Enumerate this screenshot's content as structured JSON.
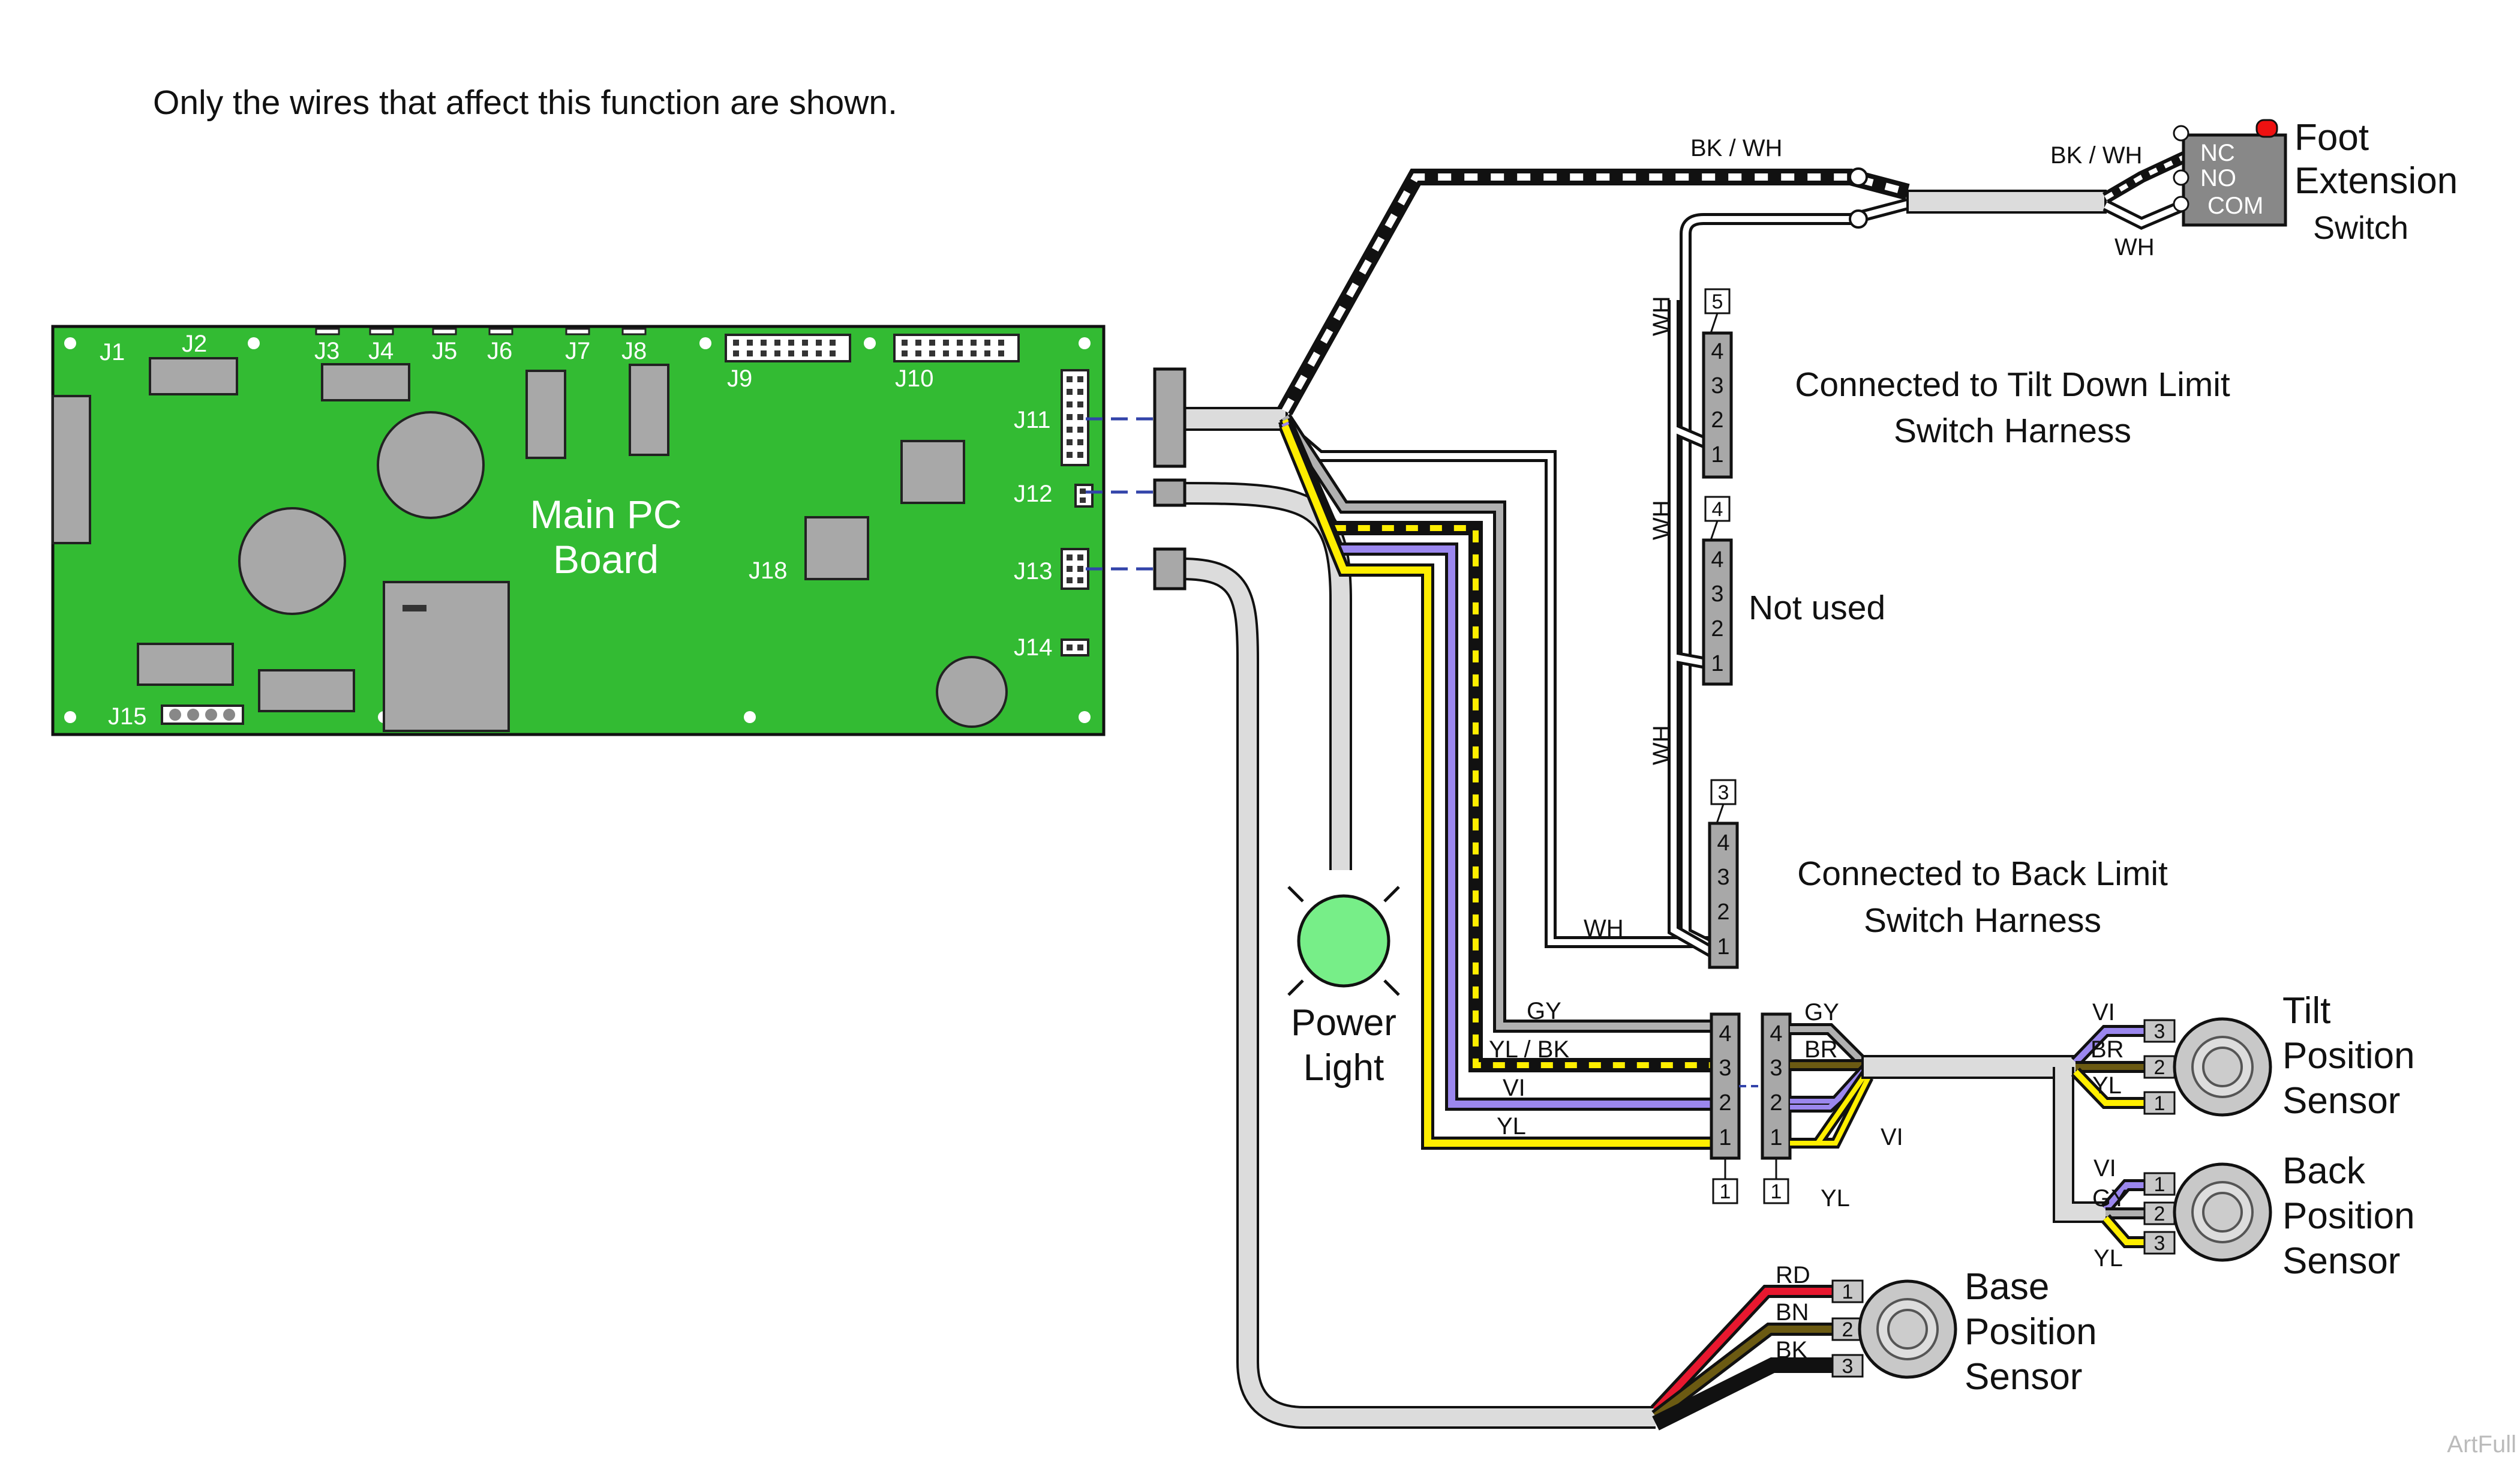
{
  "note": "Only the wires that affect this function are shown.",
  "colors": {
    "board": "#33bb33",
    "board_component": "#a8a8a8",
    "wire_white": "#ffffff",
    "wire_black": "#111111",
    "wire_gray": "#b0b0b0",
    "wire_violet": "#9b87ee",
    "wire_yellow": "#ffee00",
    "wire_brown": "#6b5a12",
    "wire_red": "#e8182f",
    "harness": "#dcdcdc",
    "power_light": "#77ee88",
    "switch_body": "#888888",
    "switch_led": "#ee1111"
  },
  "board": {
    "title_line1": "Main PC",
    "title_line2": "Board",
    "connectors": [
      "J1",
      "J2",
      "J3",
      "J4",
      "J5",
      "J6",
      "J7",
      "J8",
      "J9",
      "J10",
      "J11",
      "J12",
      "J13",
      "J14",
      "J15",
      "J18"
    ]
  },
  "power_light": {
    "line1": "Power",
    "line2": "Light"
  },
  "foot_switch": {
    "title_line1": "Foot",
    "title_line2": "Extension",
    "title_line3": "Switch",
    "terminals": [
      "NC",
      "NO",
      "COM"
    ]
  },
  "wire_labels": {
    "bk_wh_top": "BK / WH",
    "bk_wh_switch": "BK / WH",
    "wh_switch": "WH",
    "wh_vertical": [
      "WH",
      "WH",
      "WH"
    ],
    "wh_bottom": "WH",
    "gy": "GY",
    "yl_bk": "YL / BK",
    "vi": "VI",
    "yl": "YL",
    "gy_right": "GY",
    "br_right": "BR",
    "vi_right": "VI",
    "yl_right": "YL"
  },
  "harness_connectors": [
    {
      "tag": "5",
      "pins": [
        "4",
        "3",
        "2",
        "1"
      ],
      "label_line1": "Connected to Tilt Down Limit",
      "label_line2": "Switch Harness"
    },
    {
      "tag": "4",
      "pins": [
        "4",
        "3",
        "2",
        "1"
      ],
      "label_line1": "Not used",
      "label_line2": ""
    },
    {
      "tag": "3",
      "pins": [
        "4",
        "3",
        "2",
        "1"
      ],
      "label_line1": "Connected to Back Limit",
      "label_line2": "Switch Harness"
    }
  ],
  "mid_connector": {
    "pins": [
      "4",
      "3",
      "2",
      "1"
    ],
    "tags": [
      "1",
      "1"
    ]
  },
  "sensors": [
    {
      "line1": "Tilt",
      "line2": "Position",
      "line3": "Sensor",
      "pins": [
        "3",
        "2",
        "1"
      ],
      "wires": [
        "VI",
        "BR",
        "YL"
      ]
    },
    {
      "line1": "Back",
      "line2": "Position",
      "line3": "Sensor",
      "pins": [
        "1",
        "2",
        "3"
      ],
      "wires": [
        "VI",
        "GY",
        "YL"
      ]
    },
    {
      "line1": "Base",
      "line2": "Position",
      "line3": "Sensor",
      "pins": [
        "1",
        "2",
        "3"
      ],
      "wires": [
        "RD",
        "BN",
        "BK"
      ]
    }
  ],
  "watermark": "ArtFull"
}
